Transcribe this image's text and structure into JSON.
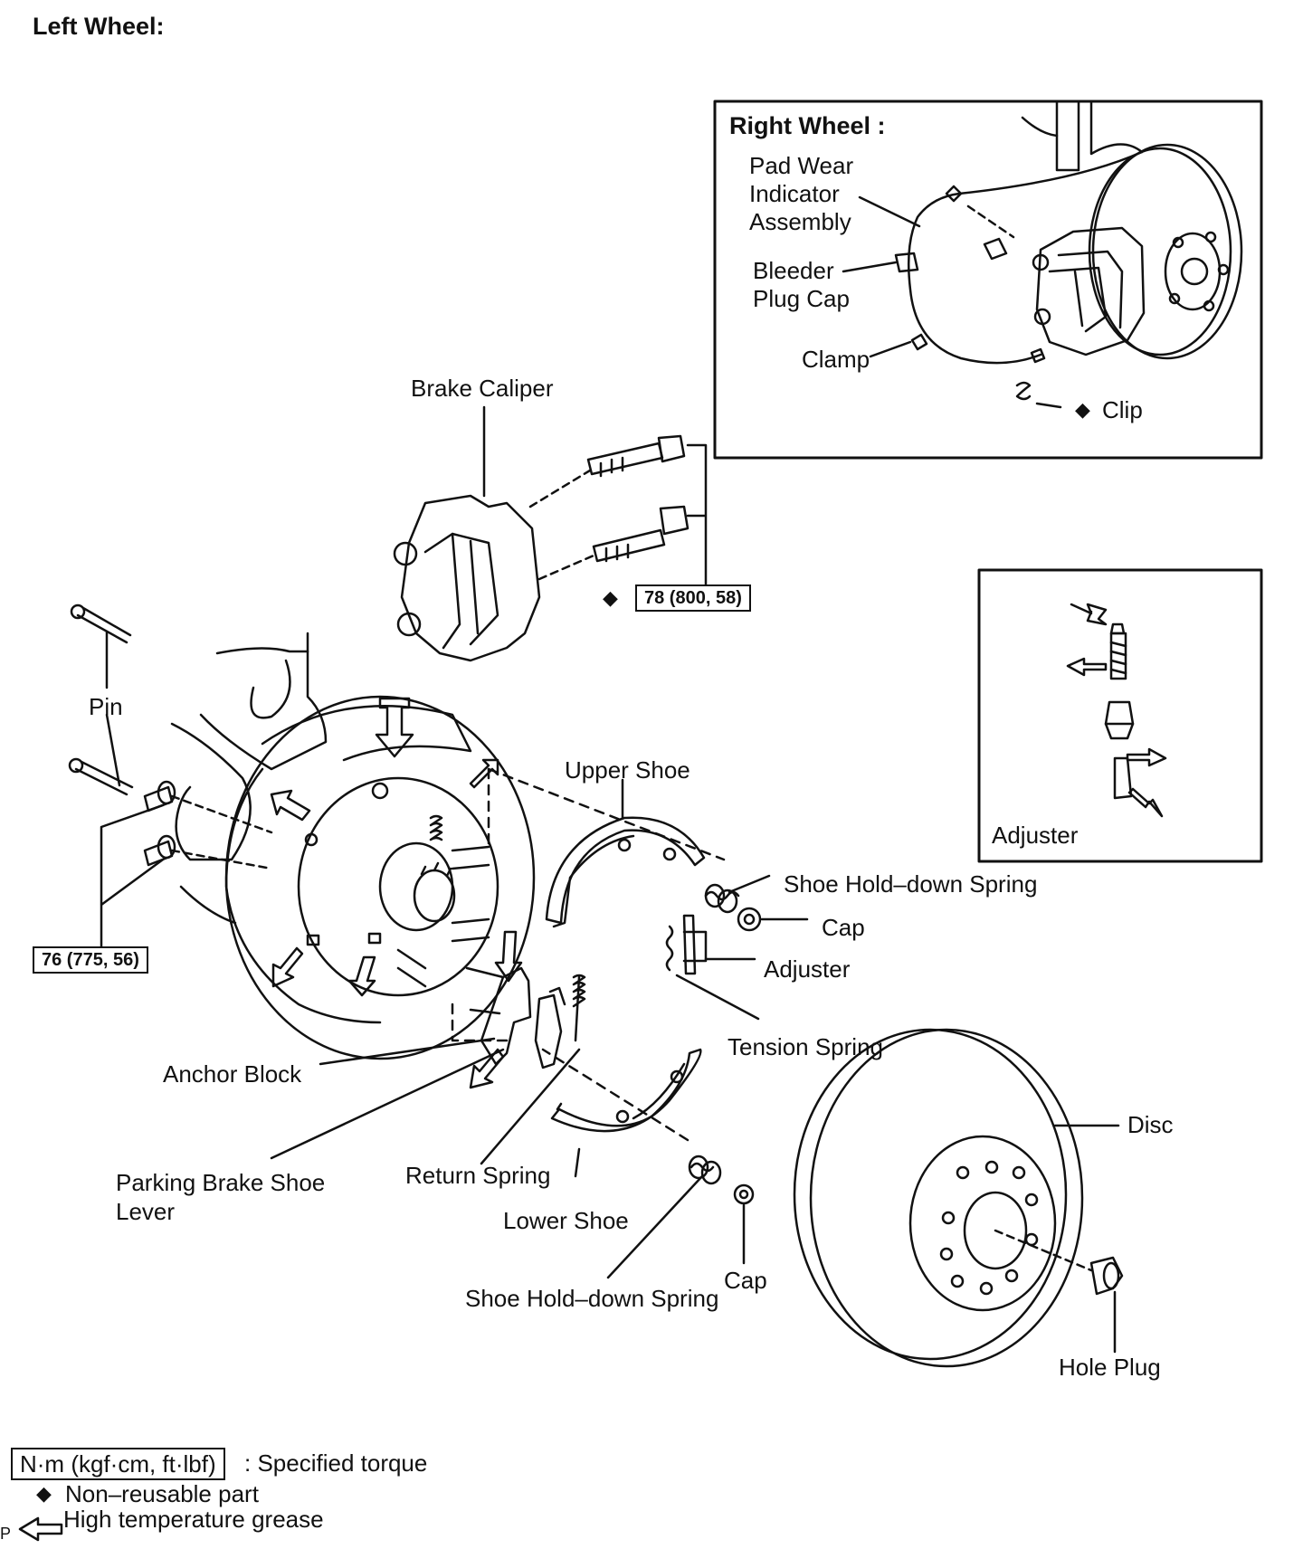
{
  "title": "Left Wheel:",
  "right_wheel": {
    "title": "Right Wheel :",
    "pad_wear_line1": "Pad Wear",
    "pad_wear_line2": "Indicator",
    "pad_wear_line3": "Assembly",
    "bleeder_line1": "Bleeder",
    "bleeder_line2": "Plug Cap",
    "clamp": "Clamp",
    "clip": "Clip"
  },
  "adjuster_inset": {
    "title": "Adjuster"
  },
  "parts": {
    "brake_caliper": "Brake Caliper",
    "pin": "Pin",
    "upper_shoe": "Upper Shoe",
    "shoe_hold_down_spring_upper": "Shoe Hold–down Spring",
    "cap_upper": "Cap",
    "adjuster": "Adjuster",
    "tension_spring": "Tension Spring",
    "anchor_block": "Anchor Block",
    "parking_brake_line1": "Parking  Brake  Shoe",
    "parking_brake_line2": "Lever",
    "return_spring": "Return Spring",
    "lower_shoe": "Lower Shoe",
    "disc": "Disc",
    "cap_lower": "Cap",
    "shoe_hold_down_spring_lower": "Shoe Hold–down Spring",
    "hole_plug": "Hole Plug"
  },
  "torques": {
    "caliper_bolts": "78 (800, 58)",
    "knuckle_bolts": "76 (775, 56)"
  },
  "legend": {
    "torque_box": "N·m (kgf·cm, ft·lbf)",
    "torque_text": ": Specified torque",
    "non_reusable": "Non–reusable part",
    "grease": "High temperature grease",
    "corner_mark": "P"
  }
}
